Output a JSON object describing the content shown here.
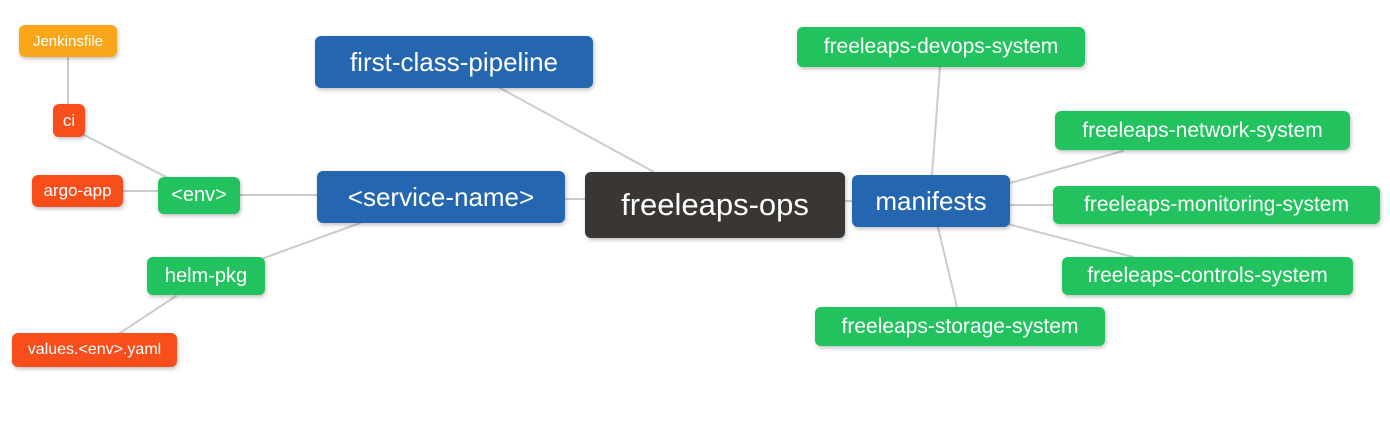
{
  "diagram": {
    "type": "mindmap",
    "root": "freeleaps_ops"
  },
  "palette": {
    "root_bg": "#3A3633",
    "branch_bg": "#2566B0",
    "leaf_green_bg": "#22C35E",
    "leaf_red_bg": "#F84E1B",
    "leaf_orange_bg": "#F9A61B",
    "text": "#FFFFFF",
    "line": "#CCCCCC",
    "canvas_bg": "#FFFFFF"
  },
  "nodes": {
    "freeleaps_ops": {
      "label": "freeleaps-ops"
    },
    "first_class_pipeline": {
      "label": "first-class-pipeline"
    },
    "service_name": {
      "label": "<service-name>"
    },
    "env": {
      "label": "<env>"
    },
    "ci": {
      "label": "ci"
    },
    "jenkinsfile": {
      "label": "Jenkinsfile"
    },
    "argo_app": {
      "label": "argo-app"
    },
    "helm_pkg": {
      "label": "helm-pkg"
    },
    "values_env_yaml": {
      "label": "values.<env>.yaml"
    },
    "manifests": {
      "label": "manifests"
    },
    "devops_system": {
      "label": "freeleaps-devops-system"
    },
    "network_system": {
      "label": "freeleaps-network-system"
    },
    "monitoring_system": {
      "label": "freeleaps-monitoring-system"
    },
    "controls_system": {
      "label": "freeleaps-controls-system"
    },
    "storage_system": {
      "label": "freeleaps-storage-system"
    }
  },
  "edges": [
    {
      "from": "jenkinsfile",
      "to": "ci"
    },
    {
      "from": "ci",
      "to": "env"
    },
    {
      "from": "argo_app",
      "to": "env"
    },
    {
      "from": "env",
      "to": "service_name"
    },
    {
      "from": "helm_pkg",
      "to": "service_name"
    },
    {
      "from": "values_env_yaml",
      "to": "helm_pkg"
    },
    {
      "from": "service_name",
      "to": "freeleaps_ops"
    },
    {
      "from": "first_class_pipeline",
      "to": "freeleaps_ops"
    },
    {
      "from": "freeleaps_ops",
      "to": "manifests"
    },
    {
      "from": "manifests",
      "to": "devops_system"
    },
    {
      "from": "manifests",
      "to": "network_system"
    },
    {
      "from": "manifests",
      "to": "monitoring_system"
    },
    {
      "from": "manifests",
      "to": "controls_system"
    },
    {
      "from": "manifests",
      "to": "storage_system"
    }
  ]
}
